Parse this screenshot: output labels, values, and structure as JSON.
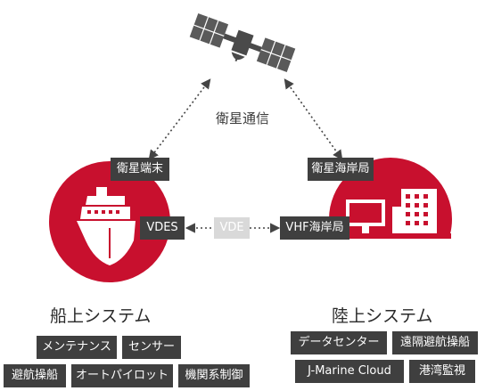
{
  "top_label": "衛星通信",
  "satellite": {
    "icon": "satellite-icon"
  },
  "ship": {
    "icon": "ship-icon",
    "tag_top": "衛星端末",
    "tag_side": "VDES",
    "heading": "船上システム",
    "items_row1": [
      "メンテナンス",
      "センサー"
    ],
    "items_row2": [
      "避航操船",
      "オートパイロット",
      "機関系制御"
    ]
  },
  "link_label": "VDE",
  "shore": {
    "icon": "shore-station-icon",
    "tag_top": "衛星海岸局",
    "tag_side": "VHF海岸局",
    "heading": "陸上システム",
    "items_row1": [
      "データセンター",
      "遠隔避航操船"
    ],
    "items_row2": [
      "J-Marine Cloud",
      "港湾監視"
    ]
  },
  "colors": {
    "accent": "#c8102e",
    "tag_bg": "#3f3f3f",
    "vde_bg": "#d9d9d9"
  }
}
